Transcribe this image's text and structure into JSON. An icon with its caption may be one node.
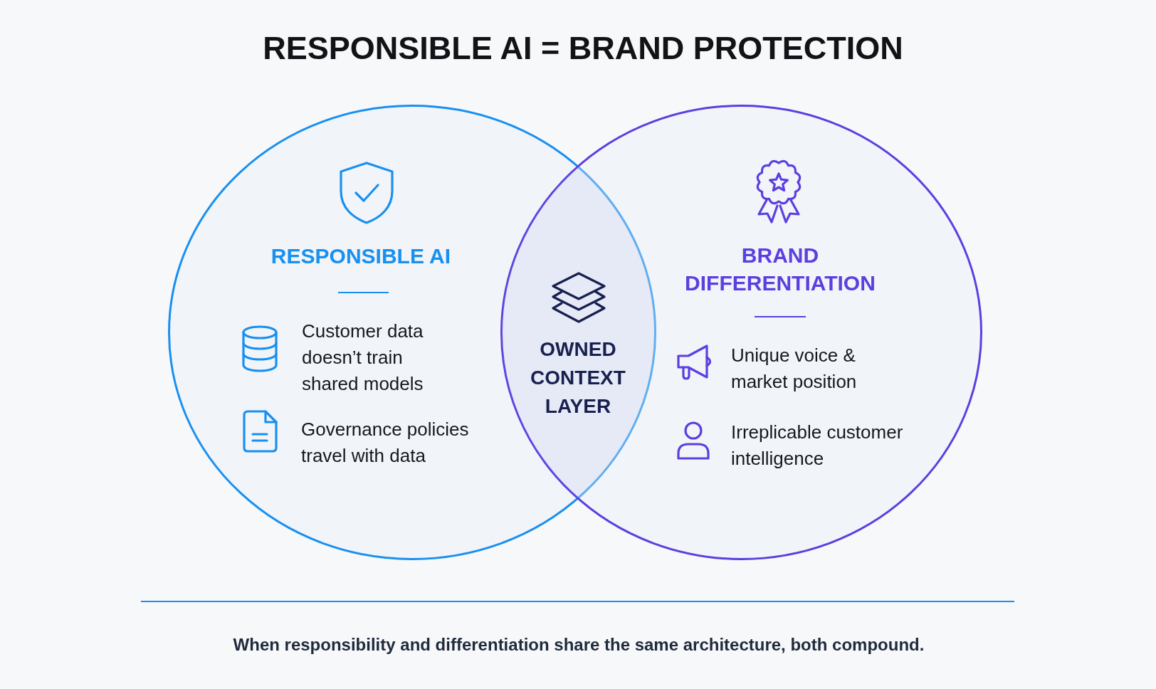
{
  "diagram": {
    "title": "RESPONSIBLE AI = BRAND PROTECTION",
    "caption": "When responsibility and differentiation share the same architecture, both compound.",
    "nodes": [
      {
        "text": [
          "RESPONSIBLE AI",
          "Customer data doesn’t train shared models",
          "Governance policies travel with data"
        ]
      },
      {
        "text": [
          "OWNED CONTEXT LAYER"
        ]
      },
      {
        "text": [
          "BRAND DIFFERENTIATION",
          "Unique voice & market position",
          "Irreplicable customer intelligence"
        ]
      }
    ]
  }
}
